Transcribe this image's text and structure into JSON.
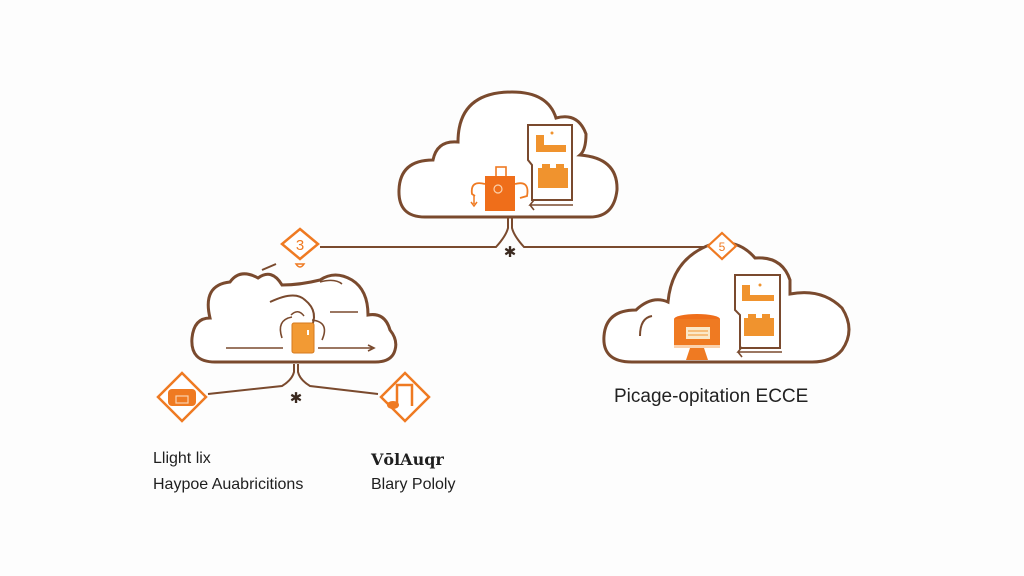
{
  "colors": {
    "outline": "#7a4a2e",
    "accent": "#ef7a22",
    "accent_light": "#f6a24a",
    "text": "#222222",
    "background": "#fdfdfd"
  },
  "nodes": {
    "top_cloud": {
      "icons": [
        "robot-icon",
        "document-panel-icon"
      ]
    },
    "left_cloud": {
      "icons": [
        "cup-icon"
      ],
      "badge": "3"
    },
    "right_cloud": {
      "icons": [
        "database-icon",
        "document-panel-icon"
      ],
      "badge": "5"
    }
  },
  "markers": {
    "upper_junction": "✱",
    "lower_junction": "✱",
    "left_diamond_icon": "device-icon",
    "right_diamond_icon": "music-note-icon"
  },
  "labels": {
    "right_cloud_caption": "Picage-opitation ECCE",
    "left_item_title": "Llight lix",
    "left_item_subtitle": "Haypoe  Auabricitions",
    "mid_item_title": "VōlAuqr",
    "mid_item_subtitle": "Blary Pololy"
  }
}
